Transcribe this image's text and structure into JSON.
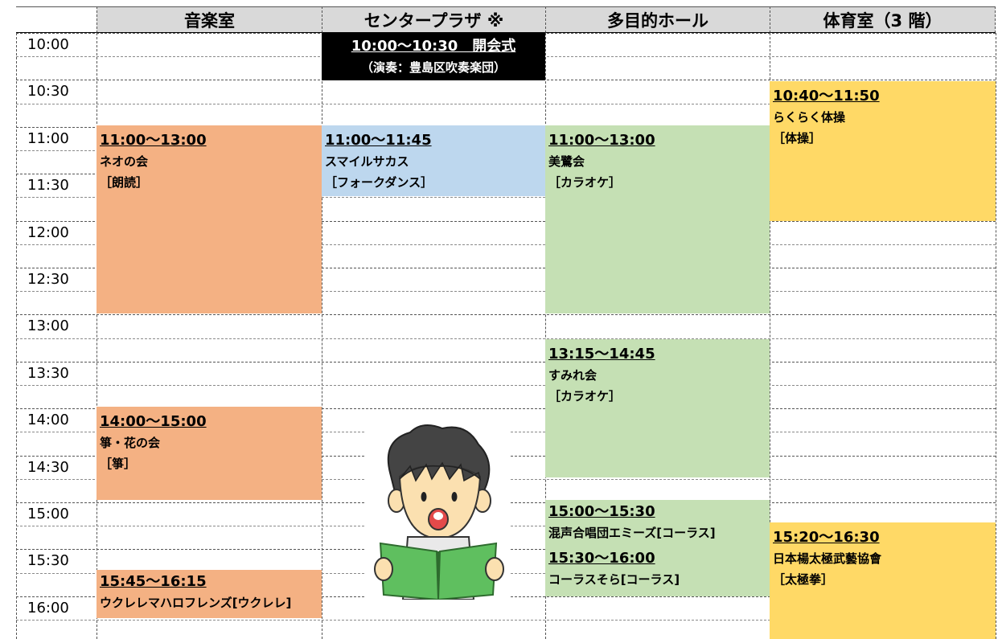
{
  "headers": [
    "音楽室",
    "センタープラザ ※",
    "多目的ホール",
    "体育室（3 階）"
  ],
  "times": [
    "10:00",
    "10:30",
    "11:00",
    "11:30",
    "12:00",
    "12:30",
    "13:00",
    "13:30",
    "14:00",
    "14:30",
    "15:00",
    "15:30",
    "16:00"
  ],
  "events": [
    {
      "id": "opening",
      "time": "10:00〜10:30　開会式",
      "name": "（演奏：豊島区吹奏楽団）",
      "category": ""
    },
    {
      "id": "neo",
      "time": "11:00〜13:00",
      "name": "ネオの会",
      "category": "［朗読］"
    },
    {
      "id": "koto",
      "time": "14:00〜15:00",
      "name": "箏・花の会",
      "category": "［箏］"
    },
    {
      "id": "ukulele",
      "time": "15:45〜16:15",
      "name": "ウクレレマハロフレンズ[ウクレレ]",
      "category": ""
    },
    {
      "id": "smile",
      "time": "11:00〜11:45",
      "name": "スマイルサカス",
      "category": "［フォークダンス］"
    },
    {
      "id": "bisagi",
      "time": "11:00〜13:00",
      "name": "美鷺会",
      "category": "［カラオケ］"
    },
    {
      "id": "sumire",
      "time": "13:15〜14:45",
      "name": "すみれ会",
      "category": "［カラオケ］"
    },
    {
      "id": "emi",
      "time": "15:00〜15:30",
      "name": "混声合唱団エミーズ[コーラス]",
      "category": ""
    },
    {
      "id": "sora",
      "time": "15:30〜16:00",
      "name": "コーラスそら[コーラス]",
      "category": ""
    },
    {
      "id": "raku",
      "time": "10:40〜11:50",
      "name": "らくらく体操",
      "category": "［体操］"
    },
    {
      "id": "taikyoku",
      "time": "15:20〜16:30",
      "name": "日本楊太極武藝協會",
      "category": "［太極拳］"
    }
  ],
  "colors": {
    "orange": "#f4b183",
    "blue": "#bdd7ee",
    "green": "#c5e0b4",
    "yellow": "#ffd966",
    "header": "#d9d9d9",
    "opening": "#000000"
  },
  "illustration": "boy-reading-green-book-icon"
}
